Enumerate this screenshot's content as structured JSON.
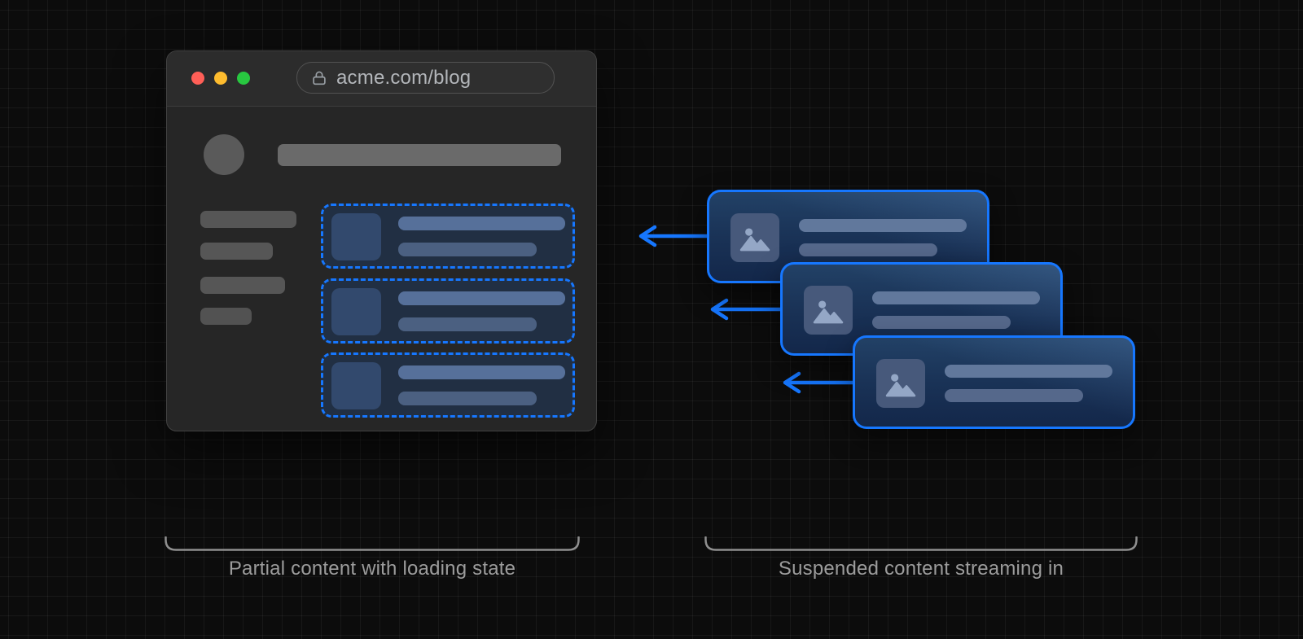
{
  "accent_color": "#1677ff",
  "page": {
    "background_color": "#0c0c0c",
    "grid_line_color": "#1d1d1d"
  },
  "browser": {
    "url": "acme.com/blog",
    "url_icon": "lock-icon",
    "traffic_lights": [
      {
        "name": "close",
        "color": "#ff5f57"
      },
      {
        "name": "minimize",
        "color": "#febc2e"
      },
      {
        "name": "zoom",
        "color": "#28c840"
      }
    ],
    "skeleton": {
      "has_avatar": true,
      "has_title_bar": true,
      "nav_bar_widths": [
        118,
        89,
        104,
        63
      ],
      "loading_card_count": 3,
      "loading_card_style": "dashed-blue-outline"
    }
  },
  "stream": {
    "card_count": 3,
    "card_icon": "image-placeholder-icon",
    "arrow_direction": "left",
    "arrow_color": "#1677ff"
  },
  "captions": {
    "left": "Partial content with loading state",
    "right": "Suspended content streaming in"
  }
}
